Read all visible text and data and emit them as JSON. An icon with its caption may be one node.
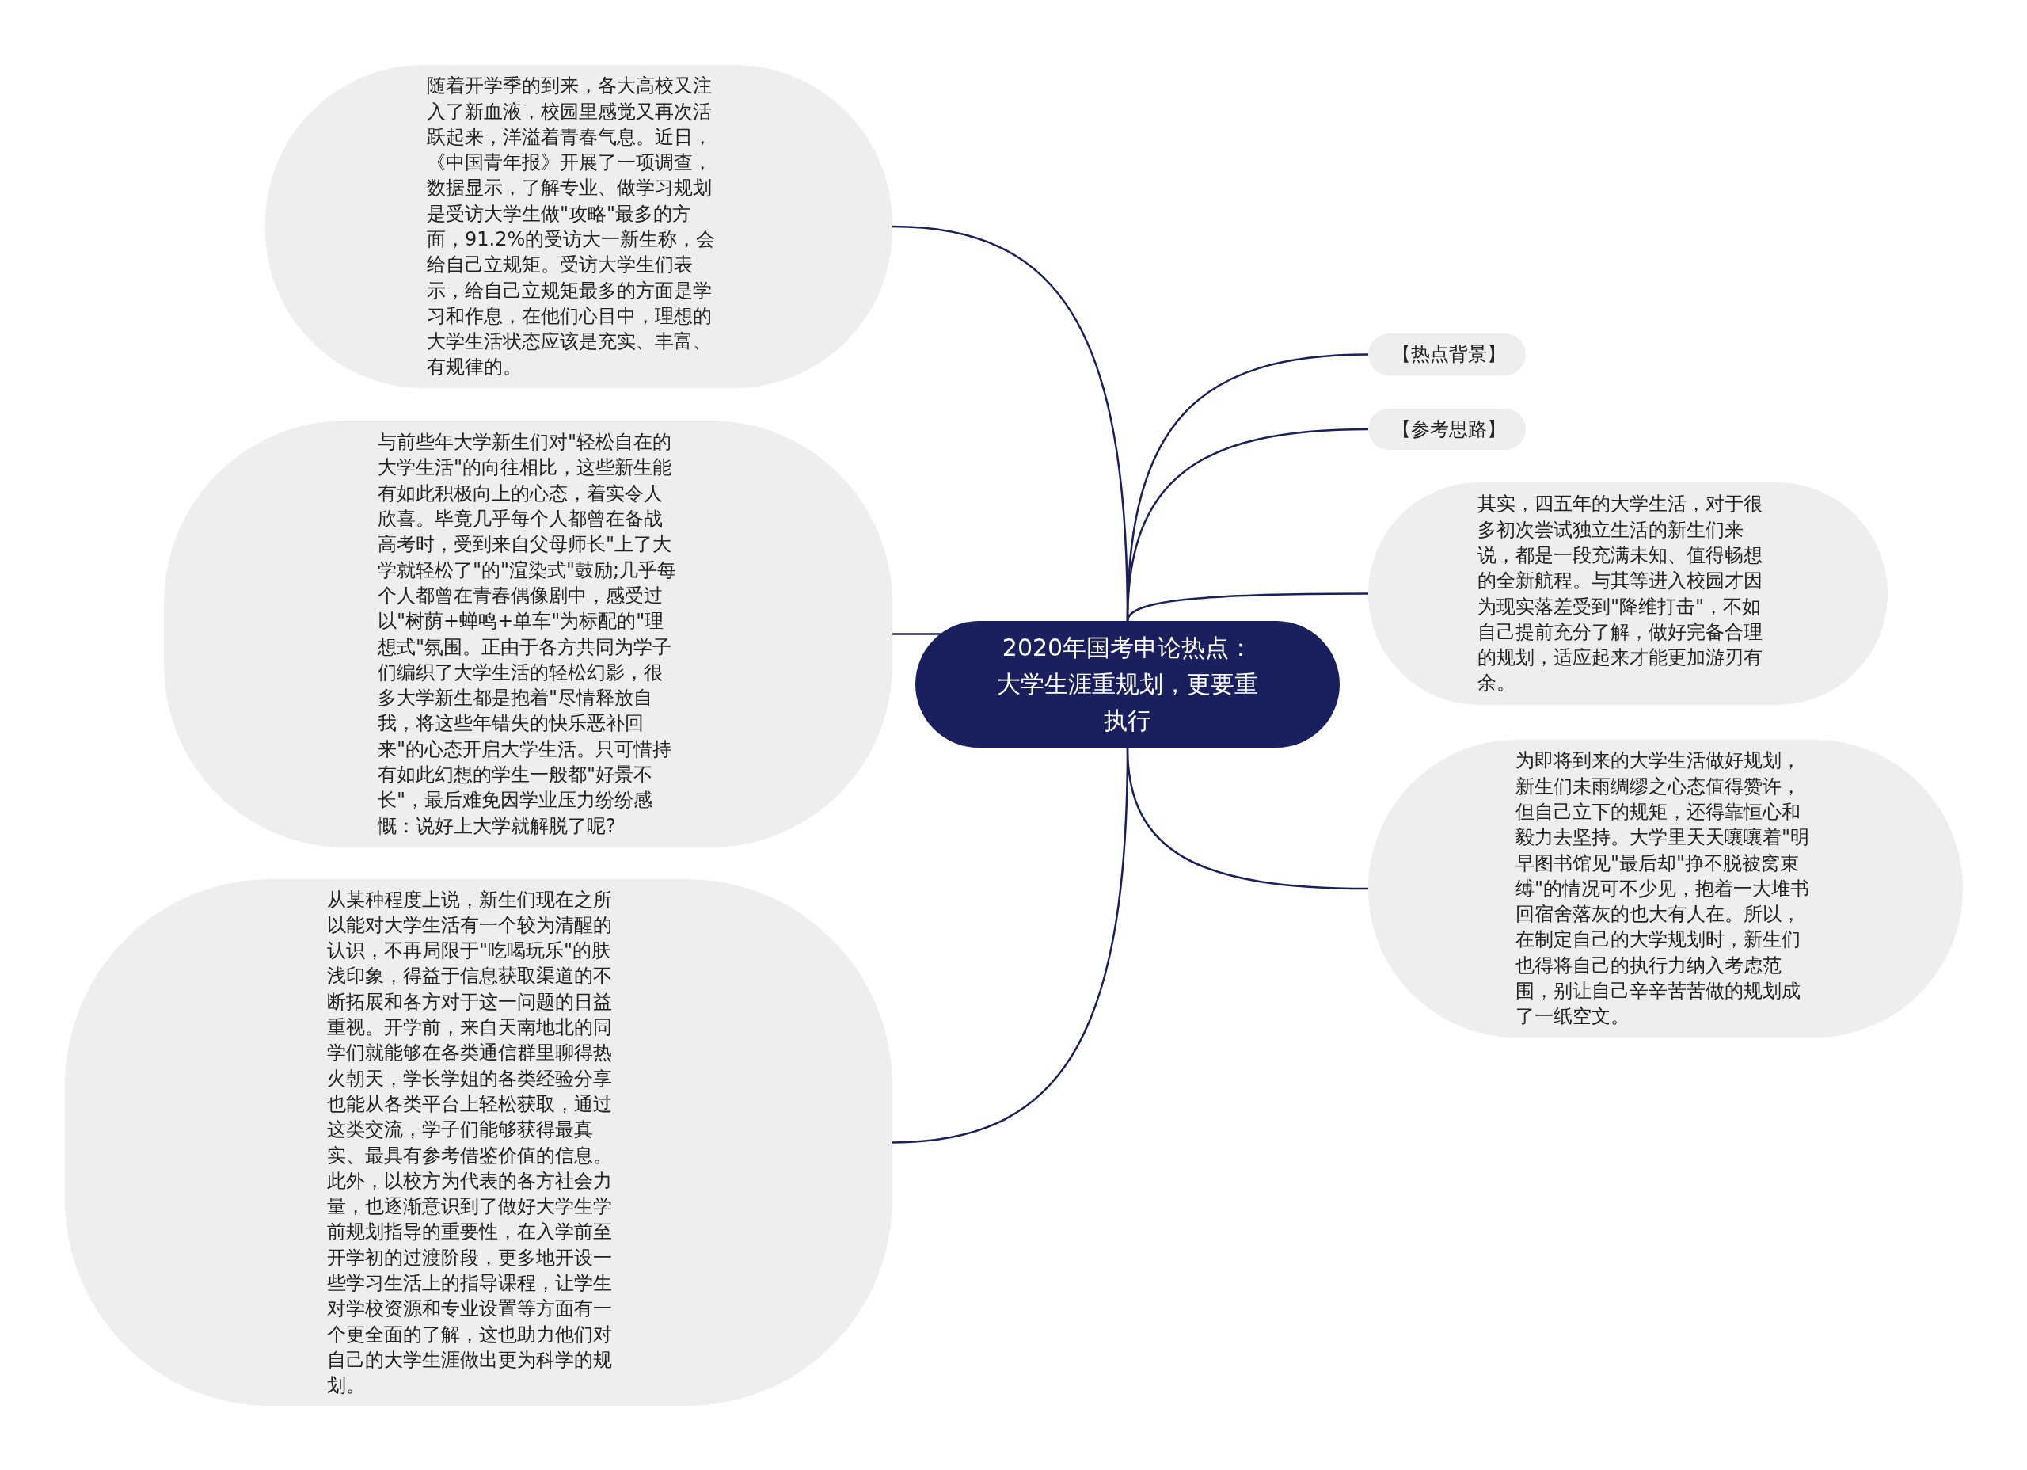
{
  "diagram": {
    "nodes": [
      {
        "text": [
          "2020年国考申论热点：大学生涯重规划，更要重执行"
        ]
      },
      {
        "text": [
          "随着开学季的到来，各大高校又注入了新血液，校园里感觉又再次活跃起来，洋溢着青春气息。近日，《中国青年报》开展了一项调查，数据显示，了解专业、做学习规划是受访大学生做\"攻略\"最多的方面，91.2%的受访大一新生称，会给自己立规矩。受访大学生们表示，给自己立规矩最多的方面是学习和作息，在他们心目中，理想的大学生活状态应该是充实、丰富、有规律的。"
        ]
      },
      {
        "text": [
          "与前些年大学新生们对\"轻松自在的大学生活\"的向往相比，这些新生能有如此积极向上的心态，着实令人欣喜。毕竟几乎每个人都曾在备战高考时，受到来自父母师长\"上了大学就轻松了\"的\"渲染式\"鼓励;几乎每个人都曾在青春偶像剧中，感受过以\"树荫+蝉鸣+单车\"为标配的\"理想式\"氛围。正由于各方共同为学子们编织了大学生活的轻松幻影，很多大学新生都是抱着\"尽情释放自我，将这些年错失的快乐恶补回来\"的心态开启大学生活。只可惜持有如此幻想的学生一般都\"好景不长\"，最后难免因学业压力纷纷感慨：说好上大学就解脱了呢?"
        ]
      },
      {
        "text": [
          "从某种程度上说，新生们现在之所以能对大学生活有一个较为清醒的认识，不再局限于\"吃喝玩乐\"的肤浅印象，得益于信息获取渠道的不断拓展和各方对于这一问题的日益重视。开学前，来自天南地北的同学们就能够在各类通信群里聊得热火朝天，学长学姐的各类经验分享也能从各类平台上轻松获取，通过这类交流，学子们能够获得最真实、最具有参考借鉴价值的信息。此外，以校方为代表的各方社会力量，也逐渐意识到了做好大学生学前规划指导的重要性，在入学前至开学初的过渡阶段，更多地开设一些学习生活上的指导课程，让学生对学校资源和专业设置等方面有一个更全面的了解，这也助力他们对自己的大学生涯做出更为科学的规划。"
        ]
      },
      {
        "text": [
          "【热点背景】"
        ]
      },
      {
        "text": [
          "【参考思路】"
        ]
      },
      {
        "text": [
          "其实，四五年的大学生活，对于很多初次尝试独立生活的新生们来说，都是一段充满未知、值得畅想的全新航程。与其等进入校园才因为现实落差受到\"降维打击\"，不如自己提前充分了解，做好完备合理的规划，适应起来才能更加游刃有余。"
        ]
      },
      {
        "text": [
          "为即将到来的大学生活做好规划，新生们未雨绸缪之心态值得赞许，但自己立下的规矩，还得靠恒心和毅力去坚持。大学里天天嚷嚷着\"明早图书馆见\"最后却\"挣不脱被窝束缚\"的情况可不少见，抱着一大堆书回宿舍落灰的也大有人在。所以，在制定自己的大学规划时，新生们也得将自己的执行力纳入考虑范围，别让自己辛辛苦苦做的规划成了一纸空文。"
        ]
      }
    ],
    "edges": [
      {
        "from": 0,
        "to": 1,
        "arrow": "none"
      },
      {
        "from": 0,
        "to": 2,
        "arrow": "none"
      },
      {
        "from": 0,
        "to": 3,
        "arrow": "none"
      },
      {
        "from": 0,
        "to": 4,
        "arrow": "none"
      },
      {
        "from": 0,
        "to": 5,
        "arrow": "none"
      },
      {
        "from": 0,
        "to": 6,
        "arrow": "none"
      },
      {
        "from": 0,
        "to": 7,
        "arrow": "none"
      }
    ]
  }
}
